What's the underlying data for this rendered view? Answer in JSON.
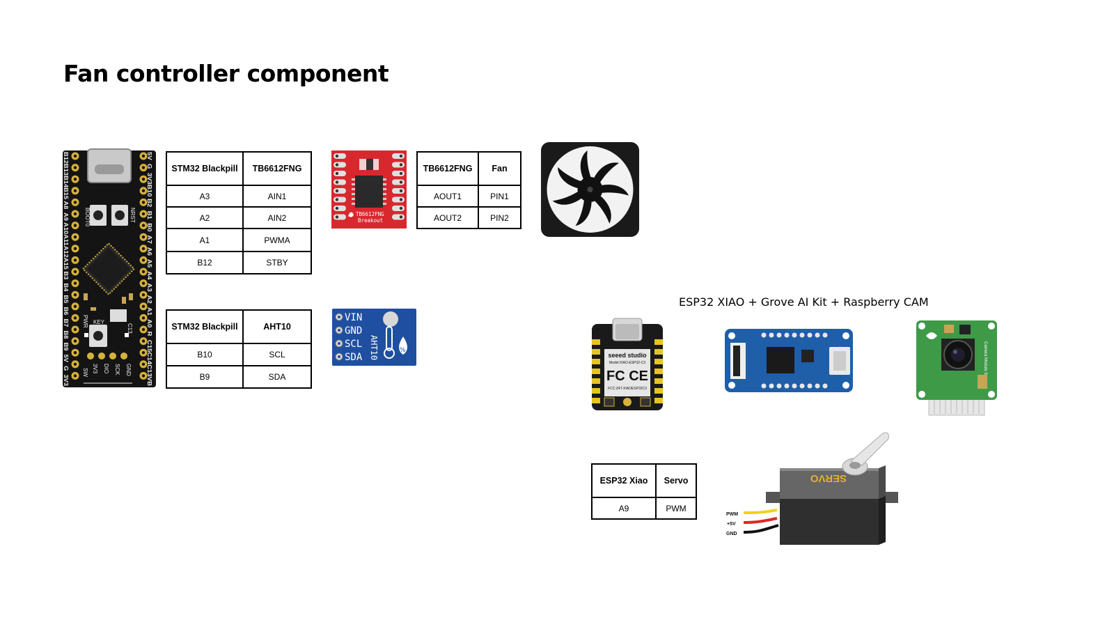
{
  "title": "Fan controller component",
  "tables": {
    "stm_tb": {
      "headers": [
        "STM32 Blackpill",
        "TB6612FNG"
      ],
      "rows": [
        [
          "A3",
          "AIN1"
        ],
        [
          "A2",
          "AIN2"
        ],
        [
          "A1",
          "PWMA"
        ],
        [
          "B12",
          "STBY"
        ]
      ]
    },
    "tb_fan": {
      "headers": [
        "TB6612FNG",
        "Fan"
      ],
      "rows": [
        [
          "AOUT1",
          "PIN1"
        ],
        [
          "AOUT2",
          "PIN2"
        ]
      ]
    },
    "stm_aht": {
      "headers": [
        "STM32 Blackpill",
        "AHT10"
      ],
      "rows": [
        [
          "B10",
          "SCL"
        ],
        [
          "B9",
          "SDA"
        ]
      ]
    },
    "esp_servo": {
      "headers": [
        "ESP32 Xiao",
        "Servo"
      ],
      "rows": [
        [
          "A9",
          "PWM"
        ]
      ]
    }
  },
  "caption": "ESP32 XIAO + Grove AI Kit + Raspberry CAM",
  "images": {
    "blackpill": {
      "left_pins": "B12B13B14B15 A8  A9 A10A11A12A15 B3  B4  B5  B6  B7  B8  B9  5V  G  3V3",
      "right_pins": "5V  G  3V3B10 B2  B1  B0  A7  A6  A5  A4  A3  A2  A1  A0  R  C15C14C13VB",
      "boot": "BOOT0",
      "nrst": "NRST",
      "key": "KEY",
      "pwr": "PWR",
      "c13": "C13",
      "bottom": [
        "3V3",
        "DIO",
        "SCK",
        "GND"
      ],
      "sw": "SW"
    },
    "tb6612": {
      "line1": "TB6612FNG",
      "line2": "Breakout"
    },
    "aht10": {
      "pins": [
        "VIN",
        "GND",
        "SCL",
        "SDA"
      ],
      "label": "AHT10"
    },
    "xiao": {
      "brand": "seeed studio",
      "model": "Model:XIAO-ESP32-C3",
      "marks": "FC CE",
      "fcc": "FCC:Z4T-XIAOESP32C3"
    },
    "servo": {
      "label": "SERVO",
      "wires": [
        "PWM",
        "+5V",
        "GND"
      ]
    },
    "camera": {
      "label": "Camera Module 3"
    }
  },
  "colors": {
    "board_black": "#141414",
    "gold": "#d6b23c",
    "red_board": "#d9272e",
    "blue_board": "#1f4fa0",
    "pcb_green": "#3f9a48",
    "servo_body": "#3a3a3a"
  }
}
